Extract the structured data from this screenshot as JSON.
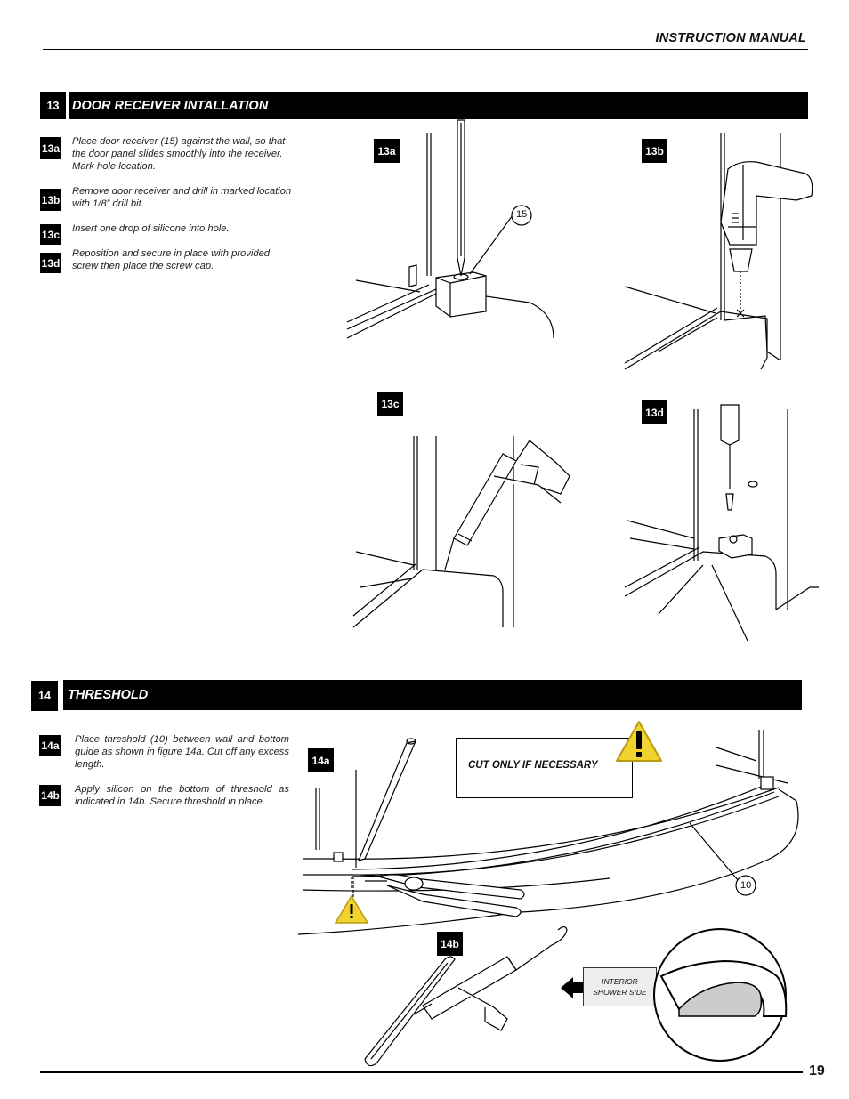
{
  "header": {
    "title": "INSTRUCTION MANUAL"
  },
  "section13": {
    "number": "13",
    "title": "DOOR RECEIVER INTALLATION",
    "steps": [
      {
        "tag": "13a",
        "text": "Place door receiver (15) against the wall, so that the door panel slides smoothly into the receiver. Mark hole location."
      },
      {
        "tag": "13b",
        "text": "Remove door receiver and drill in marked location with 1/8” drill bit."
      },
      {
        "tag": "13c",
        "text": "Insert one drop of silicone into hole."
      },
      {
        "tag": "13d",
        "text": "Reposition and secure in place with provided screw then place  the screw cap."
      }
    ],
    "figures": {
      "a": "13a",
      "b": "13b",
      "c": "13c",
      "d": "13d"
    },
    "part_label": "15"
  },
  "section14": {
    "number": "14",
    "title": "THRESHOLD",
    "steps": [
      {
        "tag": "14a",
        "text": "Place threshold (10) between wall and bottom guide as shown in figure 14a. Cut off any excess length."
      },
      {
        "tag": "14b",
        "text": "Apply silicon on the bottom of threshold as indicated in 14b. Secure threshold in place."
      }
    ],
    "figures": {
      "a": "14a",
      "b": "14b"
    },
    "callout": "CUT ONLY IF NECESSARY",
    "part_label": "10",
    "interior_label_line1": "INTERIOR",
    "interior_label_line2": "SHOWER SIDE"
  },
  "footer": {
    "page_number": "19"
  },
  "colors": {
    "accent": "#000000",
    "warning": "#f2d22e"
  }
}
